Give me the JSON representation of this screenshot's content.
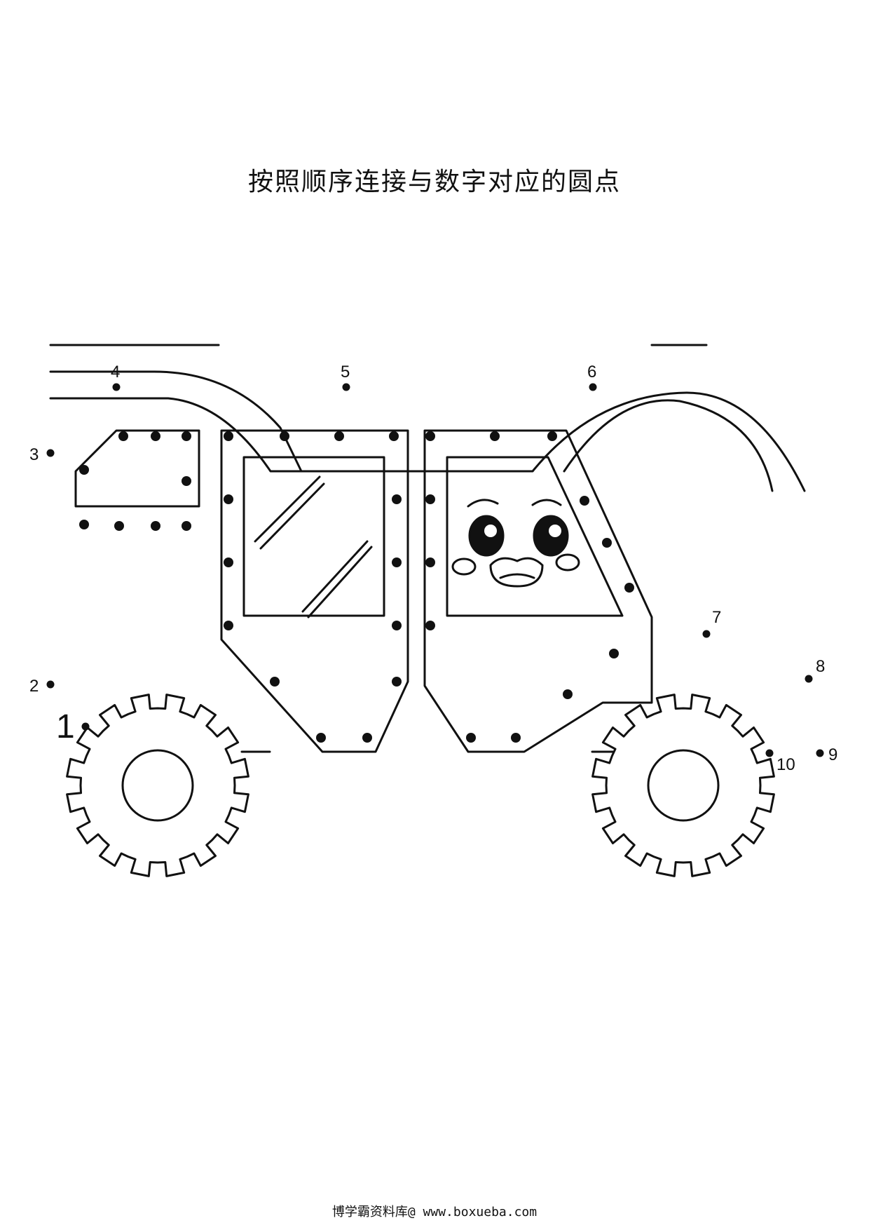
{
  "title": "按照顺序连接与数字对应的圆点",
  "footer": "博学霸资料库@ www.boxueba.com",
  "numbered_points": [
    {
      "label": "1"
    },
    {
      "label": "2"
    },
    {
      "label": "3"
    },
    {
      "label": "4"
    },
    {
      "label": "5"
    },
    {
      "label": "6"
    },
    {
      "label": "7"
    },
    {
      "label": "8"
    },
    {
      "label": "9"
    },
    {
      "label": "10"
    }
  ],
  "line_color": "#111111"
}
